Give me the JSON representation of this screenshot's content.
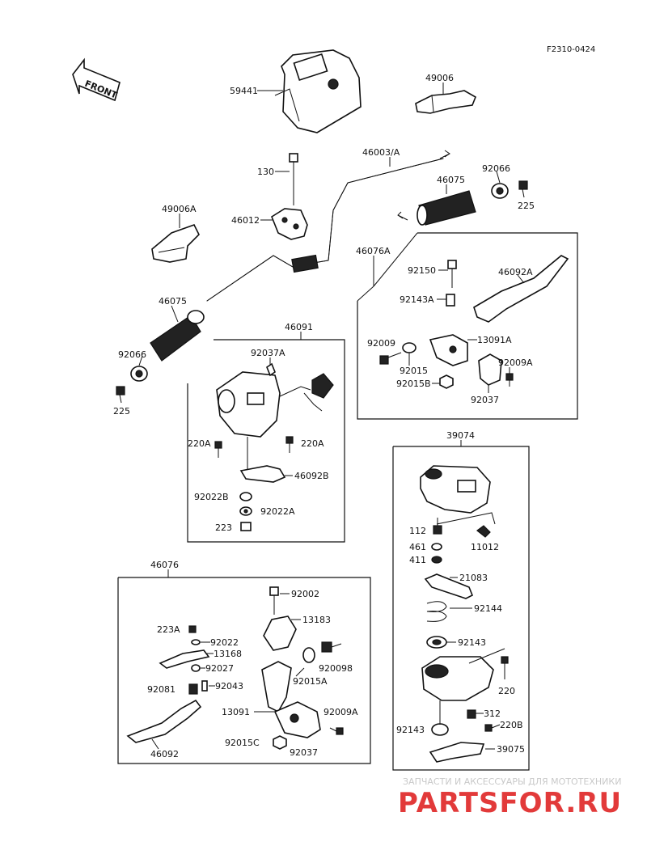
{
  "diagram_code": "F2310-0424",
  "front_label": "FRONT",
  "watermark": {
    "line1": "ЗАПЧАСТИ И АКСЕССУАРЫ ДЛЯ МОТОТЕХНИКИ",
    "line2": "PARTSFOR.RU"
  },
  "parts": {
    "p59441": "59441",
    "p49006": "49006",
    "p130": "130",
    "p46003A": "46003/A",
    "p46075a": "46075",
    "p92066a": "92066",
    "p225a": "225",
    "p49006A": "49006A",
    "p46012": "46012",
    "p46076A": "46076A",
    "p92150": "92150",
    "p46092A": "46092A",
    "p92143A": "92143A",
    "p46075b": "46075",
    "p92009": "92009",
    "p13091A": "13091A",
    "p92066b": "92066",
    "p92015": "92015",
    "p92009A": "92009A",
    "p92015B": "92015B",
    "p92037a": "92037",
    "p225b": "225",
    "p46091": "46091",
    "p92037A": "92037A",
    "p220Aa": "220A",
    "p220Ab": "220A",
    "p46092B": "46092B",
    "p92022B": "92022B",
    "p92022A": "92022A",
    "p223": "223",
    "p39074": "39074",
    "p112": "112",
    "p461": "461",
    "p411": "411",
    "p11012": "11012",
    "p21083": "21083",
    "p92144": "92144",
    "p92143a": "92143",
    "p220": "220",
    "p312": "312",
    "p220B": "220B",
    "p92143b": "92143",
    "p39075": "39075",
    "p46076": "46076",
    "p92002": "92002",
    "p13183": "13183",
    "p223A": "223A",
    "p92022": "92022",
    "p13168": "13168",
    "p92027": "92027",
    "p920098": "920098",
    "p92015A": "92015A",
    "p92081": "92081",
    "p92043": "92043",
    "p13091": "13091",
    "p92009Ab": "92009A",
    "p92015C": "92015C",
    "p92037b": "92037",
    "p46092": "46092"
  }
}
